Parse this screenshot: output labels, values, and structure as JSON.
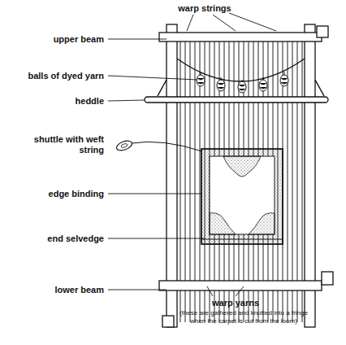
{
  "diagram": {
    "labels": [
      "warp strings",
      "upper beam",
      "balls of dyed yarn",
      "heddle",
      "shuttle with weft string",
      "edge binding",
      "end selvedge",
      "lower beam",
      "warp yarns",
      "(these are gathered and knotted into a fringe when the carpet is cut from the loom)"
    ]
  }
}
